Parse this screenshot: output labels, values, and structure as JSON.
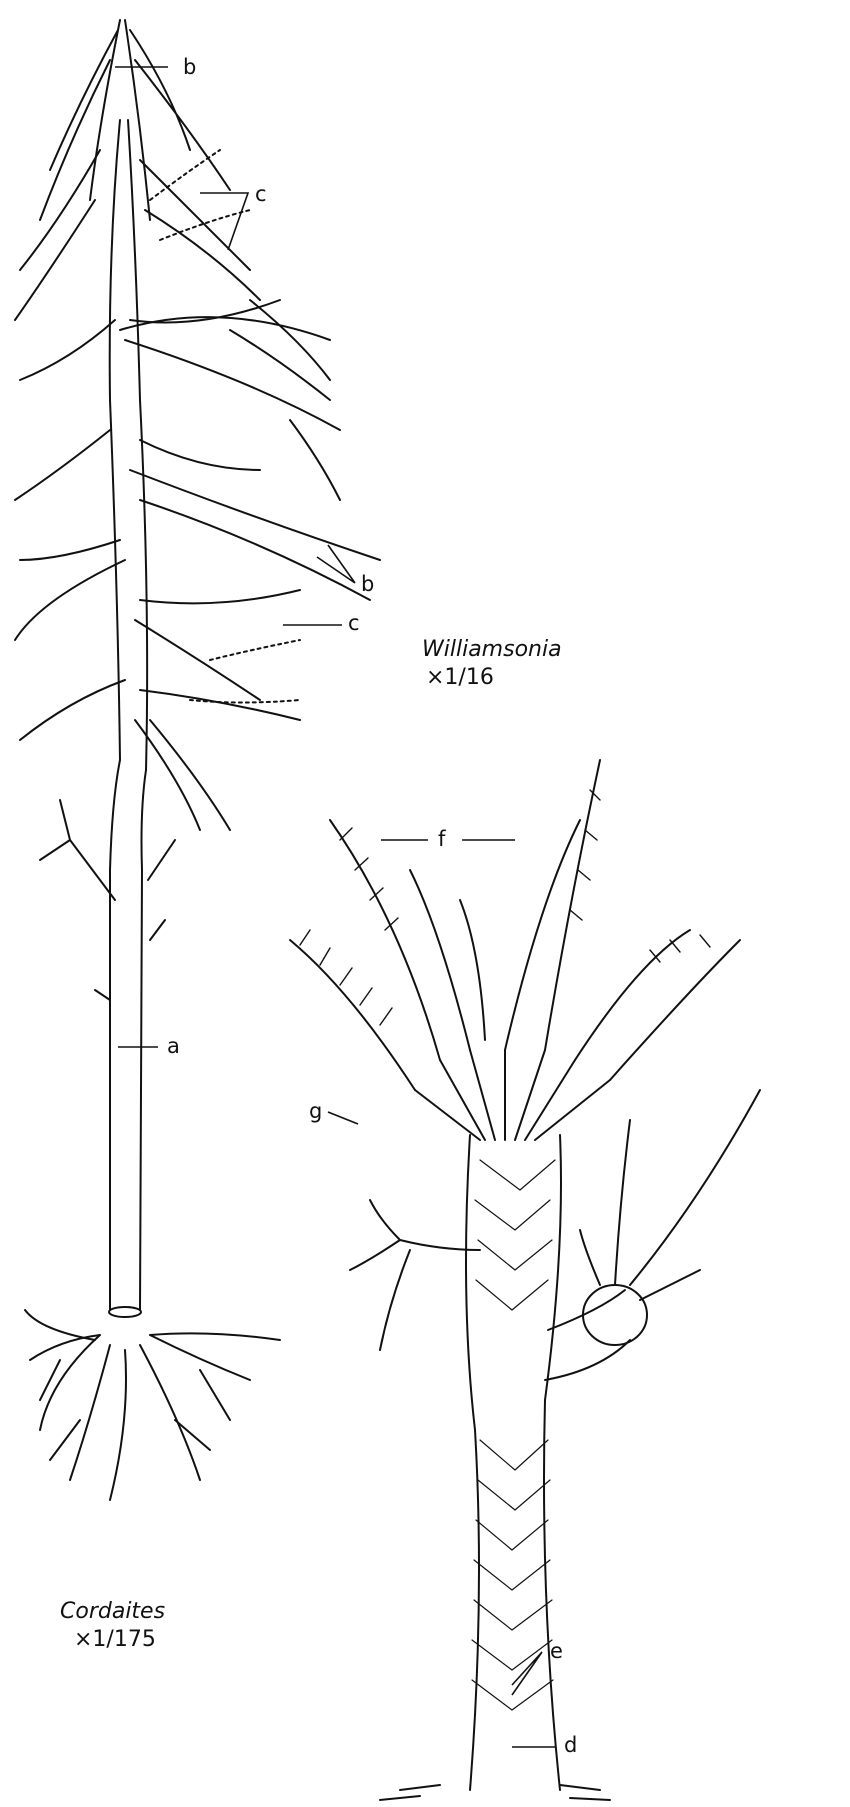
{
  "cordaites": {
    "genus": "Cordaites",
    "scale": "×1/175"
  },
  "williamsonia": {
    "genus": "Williamsonia",
    "scale": "×1/16"
  },
  "labels": {
    "a": "a",
    "b1": "b",
    "b2": "b",
    "c1": "c",
    "c2": "c",
    "d": "d",
    "e": "e",
    "f": "f",
    "g": "g"
  },
  "colors": {
    "ink": "#111111",
    "paper": "#ffffff"
  }
}
